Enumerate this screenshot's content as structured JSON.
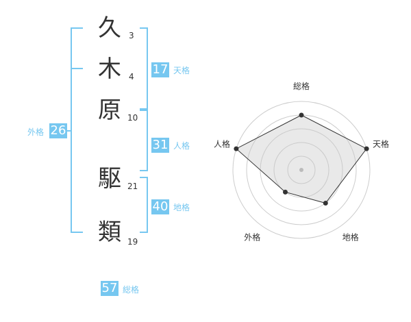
{
  "name": {
    "characters": [
      {
        "char": "久",
        "strokes": "3"
      },
      {
        "char": "木",
        "strokes": "4"
      },
      {
        "char": "原",
        "strokes": "10"
      },
      {
        "char": "駆",
        "strokes": "21"
      },
      {
        "char": "類",
        "strokes": "19"
      }
    ]
  },
  "kakusu": {
    "tenkaku": {
      "value": "17",
      "label": "天格"
    },
    "jinkaku": {
      "value": "31",
      "label": "人格"
    },
    "chikaku": {
      "value": "40",
      "label": "地格"
    },
    "gaikaku": {
      "value": "26",
      "label": "外格"
    },
    "soukaku": {
      "value": "57",
      "label": "総格"
    }
  },
  "colors": {
    "accent": "#76c7f0",
    "text": "#333333"
  },
  "chart_data": {
    "type": "radar",
    "axes": [
      "総格",
      "天格",
      "地格",
      "外格",
      "人格"
    ],
    "values": [
      4,
      5,
      3,
      2,
      5
    ],
    "max": 5
  }
}
